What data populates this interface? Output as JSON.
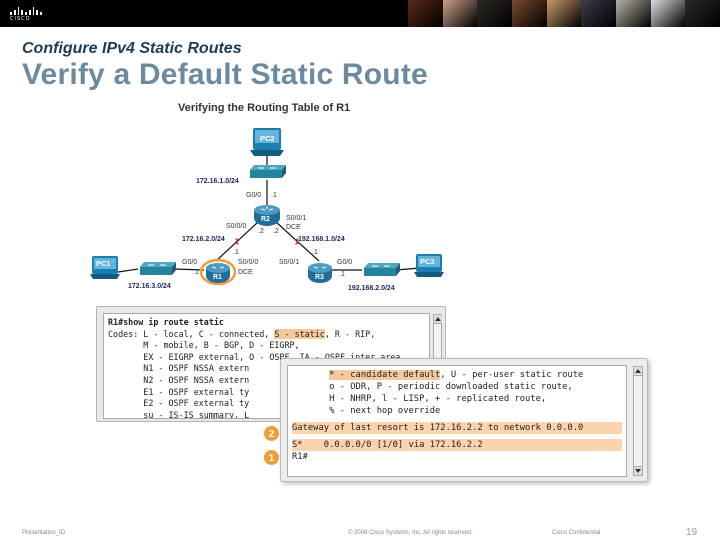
{
  "header": {
    "logo_text": "CISCO",
    "photo_colors": [
      "#5a2a16",
      "#caa08a",
      "#2d2a25",
      "#7a4a2b",
      "#c89a6a",
      "#3d3a4a",
      "#b7b1a4",
      "#dcdfe3",
      "#2a2a2a"
    ]
  },
  "slide": {
    "subtitle": "Configure IPv4 Static Routes",
    "title": "Verify a Default Static Route"
  },
  "figure": {
    "title": "Verifying the Routing Table of R1",
    "pc2": "PC2",
    "pc1": "PC1",
    "pc3": "PC3",
    "r1": "R1",
    "r2": "R2",
    "r3": "R3",
    "net_pc2": "172.16.1.0/24",
    "net_r1_r2": "172.16.2.0/24",
    "net_r2_r3": "192.168.1.0/24",
    "net_pc1": "172.16.3.0/24",
    "net_pc3": "192.168.2.0/24",
    "r2_g00": "G0/0",
    "r2_g00_host": ".1",
    "r2_s000": "S0/0/0",
    "r2_s000_host": ".2",
    "r2_s001": "S0/0/1",
    "r2_s001_host": ".2",
    "r2_dce": "DCE",
    "r1_g00": "G0/0",
    "r1_g00_host": ".1",
    "r1_s000": "S0/0/0",
    "r1_s000_host": ".1",
    "r1_dce": "DCE",
    "r3_s001": "S0/0/1",
    "r3_s001_host": ".1",
    "r3_g00": "G0/0",
    "r3_g00_host": ".1",
    "colors": {
      "pc": "#1a7fb0",
      "router": "#1f6d98",
      "switch": "#24839d",
      "link": "#111111",
      "highlight": "#f39a3a"
    }
  },
  "terminal1": {
    "lines": [
      "R1#show ip route static",
      "Codes: L - local, C - connected, S - static, R - RIP,",
      "       M - mobile, B - BGP, D - EIGRP,",
      "       EX - EIGRP external, O - OSPF, IA - OSPF inter area",
      "       N1 - OSPF NSSA extern",
      "       N2 - OSPF NSSA extern",
      "       E1 - OSPF external ty",
      "       E2 - OSPF external ty",
      "       su - IS-IS summary, L"
    ],
    "hl_static": "S - static"
  },
  "terminal2": {
    "lines": [
      "       * - candidate default, U - per-user static route",
      "       o - ODR, P - periodic downloaded static route,",
      "       H - NHRP, l - LISP, + - replicated route,",
      "       % - next hop override"
    ],
    "hl_candidate": "* - candidate default",
    "gateway_line": "Gateway of last resort is 172.16.2.2 to network 0.0.0.0",
    "route_line": "S*    0.0.0.0/0 [1/0] via 172.16.2.2",
    "prompt": "R1#",
    "badge1": "1",
    "badge2": "2"
  },
  "footer": {
    "presentation": "Presentation_ID",
    "copyright": "© 2008 Cisco Systems, Inc. All rights reserved.",
    "confidential": "Cisco Confidential",
    "page": "19"
  }
}
